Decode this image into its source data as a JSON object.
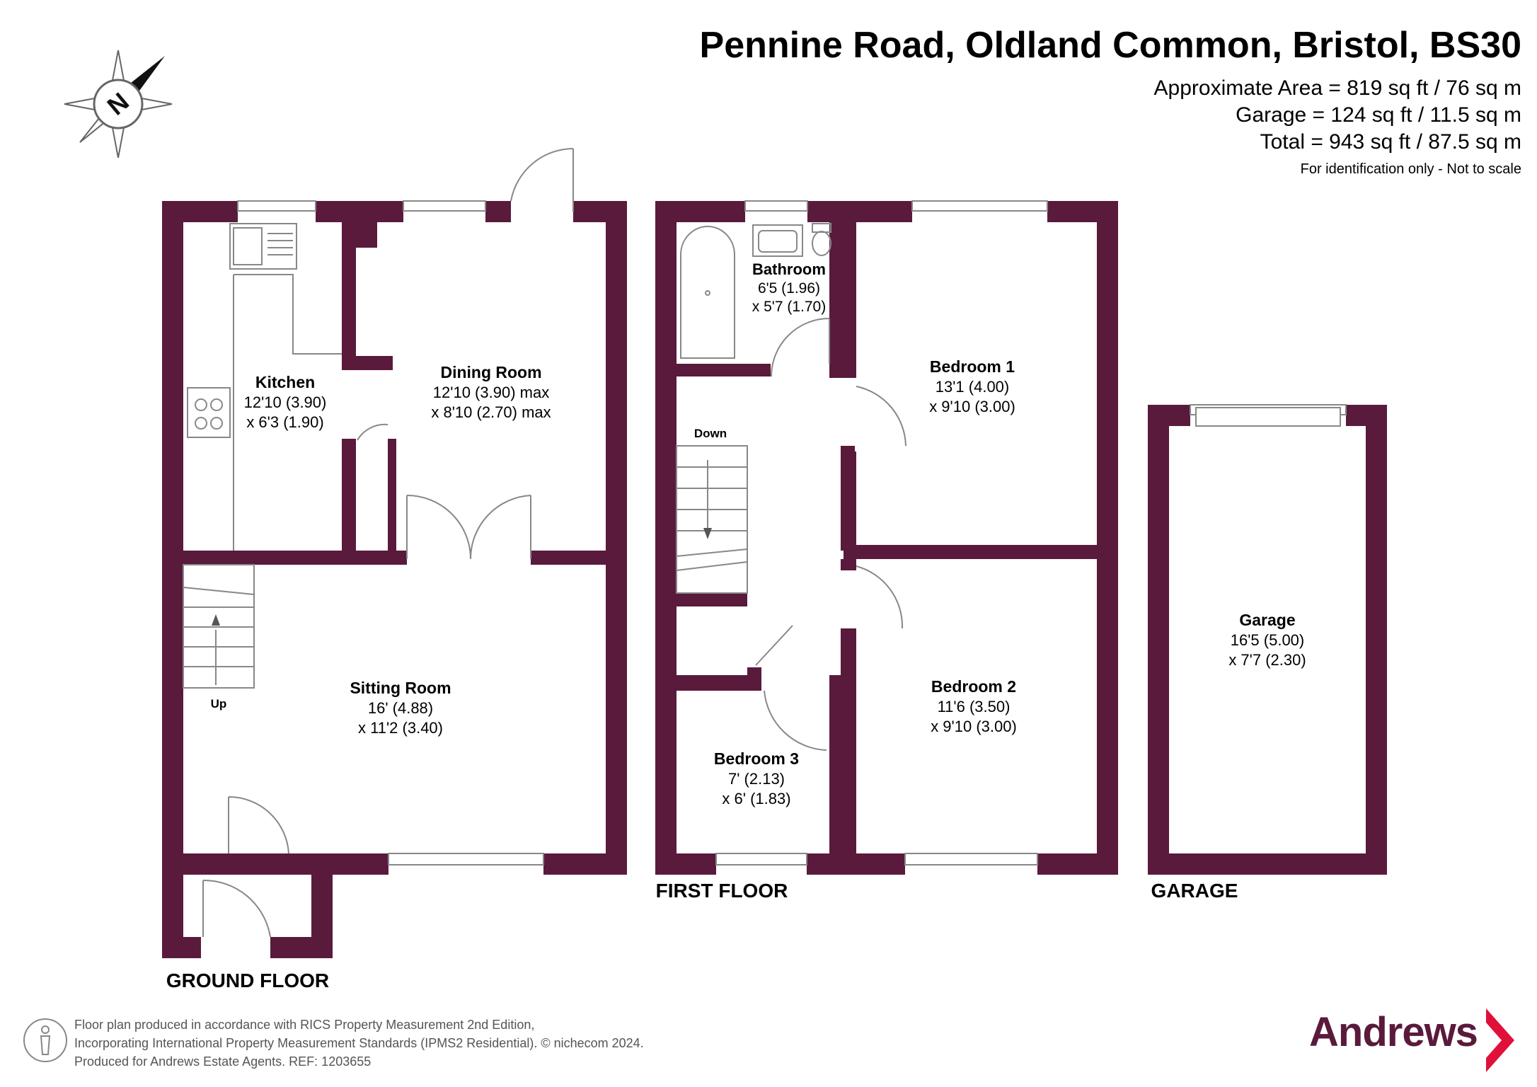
{
  "header": {
    "title": "Pennine Road, Oldland Common, Bristol, BS30",
    "approx_area": "Approximate Area = 819 sq ft / 76 sq m",
    "garage_area": "Garage = 124 sq ft / 11.5 sq m",
    "total_area": "Total = 943 sq ft / 87.5 sq m",
    "note": "For identification only - Not to scale"
  },
  "compass": {
    "letter": "N",
    "icon": "north-compass-icon"
  },
  "floors": {
    "ground": "GROUND FLOOR",
    "first": "FIRST FLOOR",
    "garage": "GARAGE"
  },
  "rooms": {
    "kitchen": {
      "name": "Kitchen",
      "dim1": "12'10 (3.90)",
      "dim2": "x 6'3 (1.90)"
    },
    "dining": {
      "name": "Dining Room",
      "dim1": "12'10 (3.90) max",
      "dim2": "x 8'10 (2.70) max"
    },
    "sitting": {
      "name": "Sitting Room",
      "dim1": "16' (4.88)",
      "dim2": "x 11'2 (3.40)"
    },
    "bathroom": {
      "name": "Bathroom",
      "dim1": "6'5 (1.96)",
      "dim2": "x 5'7 (1.70)"
    },
    "bedroom1": {
      "name": "Bedroom 1",
      "dim1": "13'1 (4.00)",
      "dim2": "x 9'10 (3.00)"
    },
    "bedroom2": {
      "name": "Bedroom 2",
      "dim1": "11'6 (3.50)",
      "dim2": "x 9'10 (3.00)"
    },
    "bedroom3": {
      "name": "Bedroom 3",
      "dim1": "7' (2.13)",
      "dim2": "x 6' (1.83)"
    },
    "garage": {
      "name": "Garage",
      "dim1": "16'5 (5.00)",
      "dim2": "x 7'7 (2.30)"
    }
  },
  "stairs": {
    "up": "Up",
    "down": "Down"
  },
  "footer": {
    "line1": "Floor plan produced in accordance with RICS Property Measurement 2nd Edition,",
    "line2": "Incorporating International Property Measurement Standards (IPMS2 Residential).   © nichecom 2024.",
    "line3": "Produced for Andrews Estate Agents.   REF: 1203655"
  },
  "brand": {
    "name": "Andrews"
  },
  "colors": {
    "wall": "#5a1a3c",
    "background": "#ffffff",
    "text": "#000000"
  }
}
